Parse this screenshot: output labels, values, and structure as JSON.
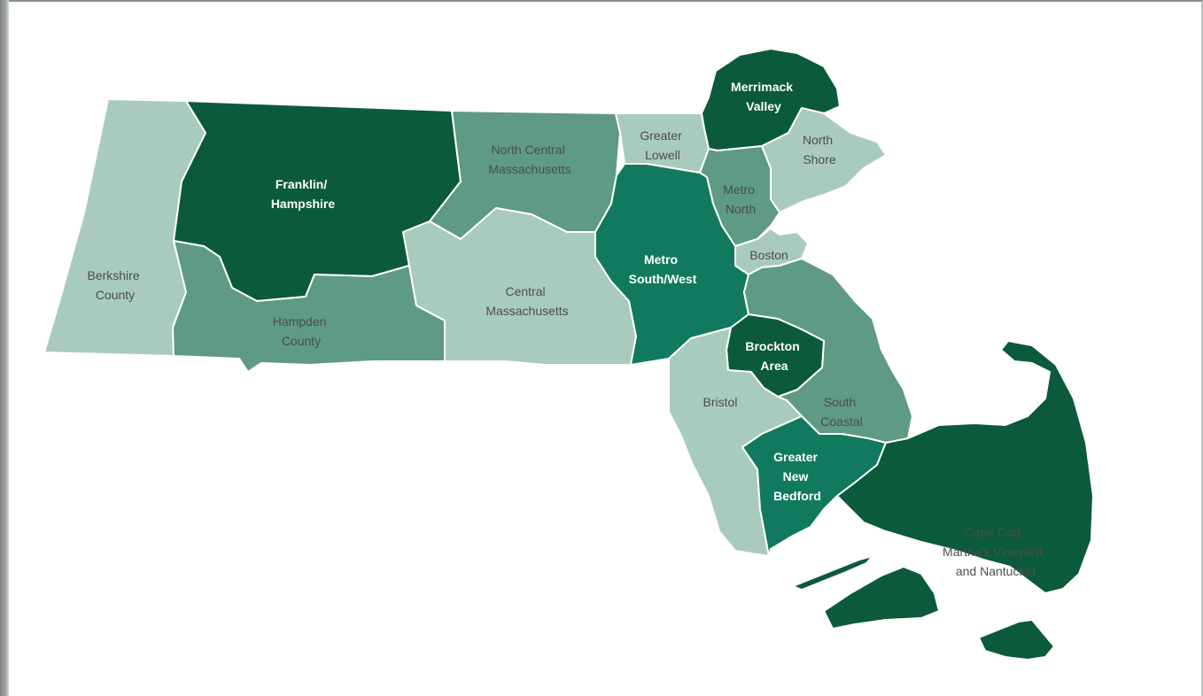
{
  "colors": {
    "dark": "#0b5a3c",
    "teal": "#117a5e",
    "mid": "#5f9a84",
    "light": "#a9cbbd",
    "background": "#ffffff"
  },
  "regions": {
    "berkshire": {
      "line1": "Berkshire",
      "line2": "County"
    },
    "franklin": {
      "line1": "Franklin/",
      "line2": "Hampshire"
    },
    "hampden": {
      "line1": "Hampden",
      "line2": "County"
    },
    "north_central": {
      "line1": "North Central",
      "line2": "Massachusetts"
    },
    "central": {
      "line1": "Central",
      "line2": "Massachusetts"
    },
    "greater_lowell": {
      "line1": "Greater",
      "line2": "Lowell"
    },
    "merrimack": {
      "line1": "Merrimack",
      "line2": "Valley"
    },
    "north_shore": {
      "line1": "North",
      "line2": "Shore"
    },
    "metro_north": {
      "line1": "Metro",
      "line2": "North"
    },
    "boston": {
      "line1": "Boston"
    },
    "metro_south_west": {
      "line1": "Metro",
      "line2": "South/West"
    },
    "brockton": {
      "line1": "Brockton",
      "line2": "Area"
    },
    "bristol": {
      "line1": "Bristol"
    },
    "south_coastal": {
      "line1": "South",
      "line2": "Coastal"
    },
    "new_bedford": {
      "line1": "Greater",
      "line2": "New",
      "line3": "Bedford"
    },
    "cape_cod": {
      "line1": "Cape Cod,",
      "line2": "Martha's Vineyard,",
      "line3": "and Nantucket"
    }
  }
}
